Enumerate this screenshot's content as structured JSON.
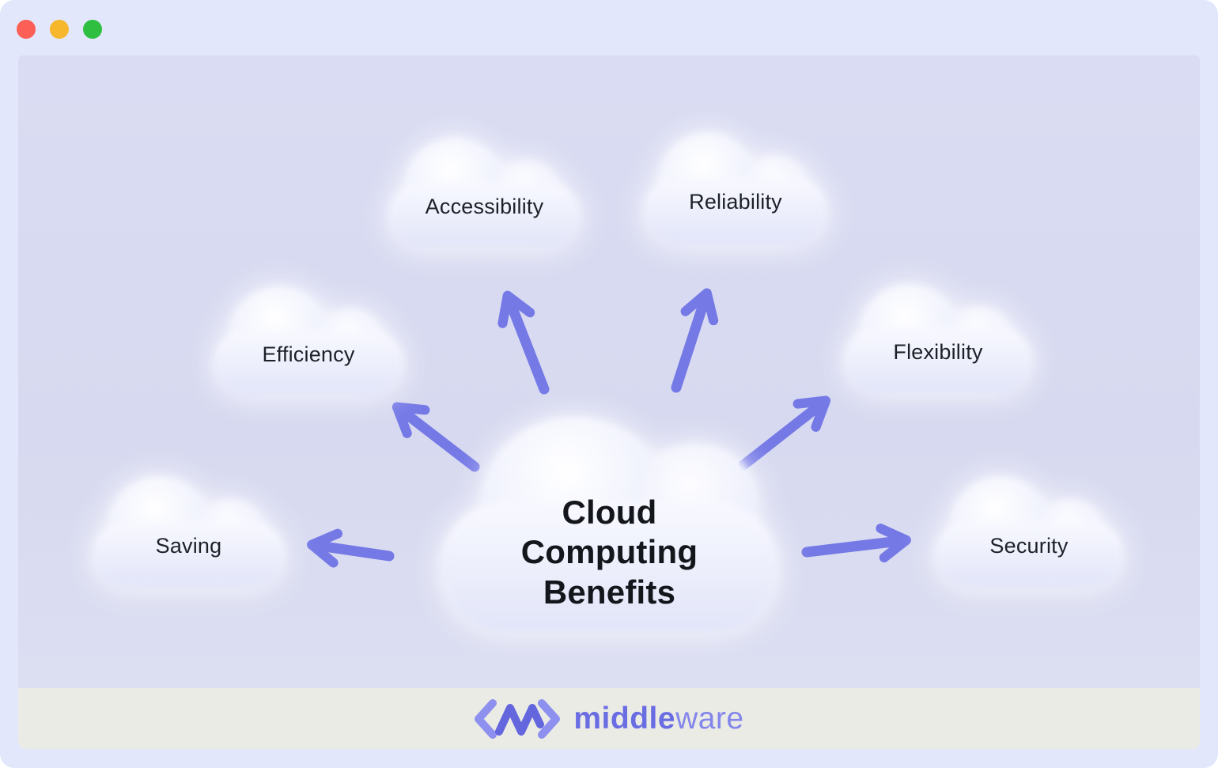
{
  "window": {
    "controls": [
      {
        "name": "close",
        "color": "#fb5f55"
      },
      {
        "name": "minimize",
        "color": "#f6b72d"
      },
      {
        "name": "maximize",
        "color": "#2ebf41"
      }
    ]
  },
  "diagram": {
    "type": "mind-map",
    "center_label": "Cloud Computing Benefits",
    "benefits": [
      {
        "label": "Accessibility"
      },
      {
        "label": "Reliability"
      },
      {
        "label": "Efficiency"
      },
      {
        "label": "Flexibility"
      },
      {
        "label": "Saving"
      },
      {
        "label": "Security"
      }
    ],
    "connections": [
      {
        "from": "Cloud Computing Benefits",
        "to": "Accessibility"
      },
      {
        "from": "Cloud Computing Benefits",
        "to": "Reliability"
      },
      {
        "from": "Cloud Computing Benefits",
        "to": "Efficiency"
      },
      {
        "from": "Cloud Computing Benefits",
        "to": "Flexibility"
      },
      {
        "from": "Cloud Computing Benefits",
        "to": "Saving"
      },
      {
        "from": "Cloud Computing Benefits",
        "to": "Security"
      }
    ]
  },
  "footer": {
    "brand_bold": "middle",
    "brand_light": "ware",
    "logo_icon": "middleware-code-logo"
  },
  "colors": {
    "window_frame": "#e3e7fc",
    "canvas_background": "#d9dbf2",
    "footer_background": "#ebebe6",
    "arrow": "#7579e6",
    "brand": "#6a6de2",
    "label_text": "#1d2127",
    "center_text": "#13161b"
  }
}
